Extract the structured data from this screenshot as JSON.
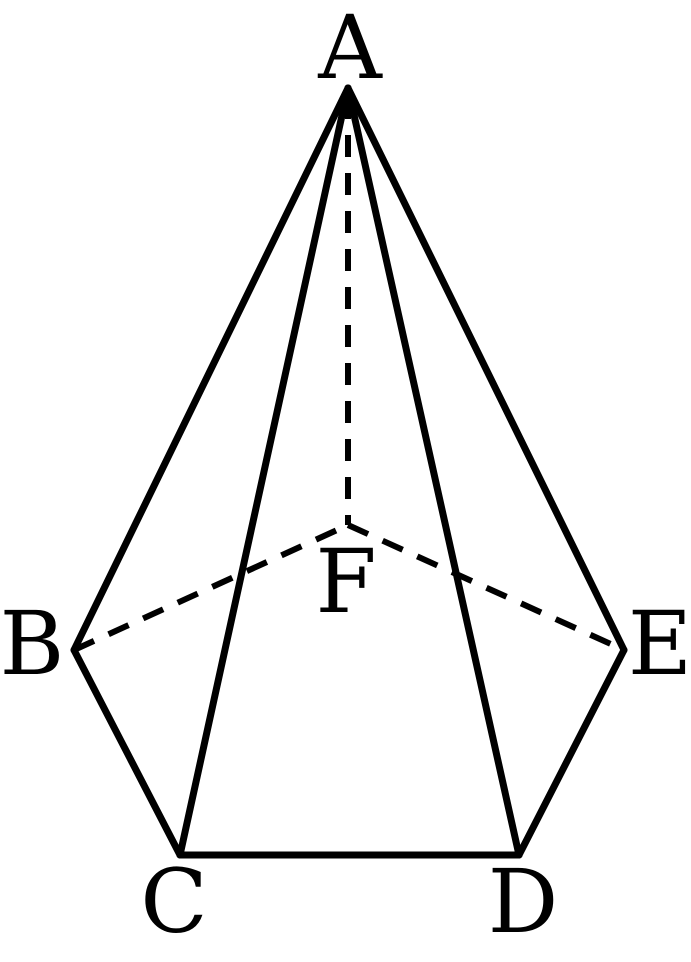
{
  "figure": {
    "vertices": {
      "A": "A",
      "B": "B",
      "C": "C",
      "D": "D",
      "E": "E",
      "F": "F"
    },
    "edges_solid": [
      [
        "A",
        "B"
      ],
      [
        "A",
        "C"
      ],
      [
        "A",
        "D"
      ],
      [
        "A",
        "E"
      ],
      [
        "B",
        "C"
      ],
      [
        "C",
        "D"
      ],
      [
        "D",
        "E"
      ]
    ],
    "edges_dashed": [
      [
        "A",
        "F"
      ],
      [
        "B",
        "F"
      ],
      [
        "F",
        "E"
      ]
    ],
    "colors": {
      "stroke": "#000000",
      "background": "#ffffff"
    }
  }
}
